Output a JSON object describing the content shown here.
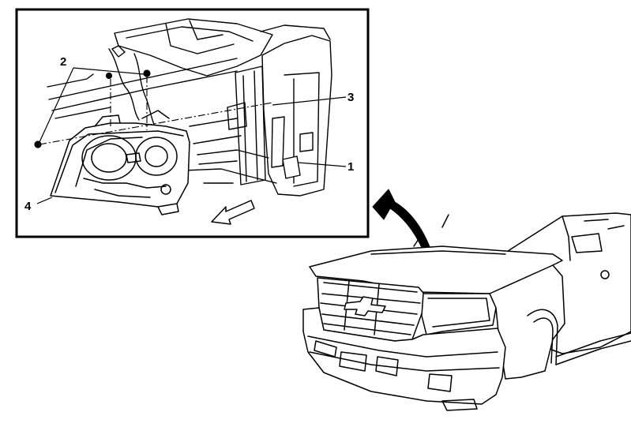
{
  "callouts": {
    "c1": "1",
    "c2": "2",
    "c3": "3",
    "c4": "4"
  },
  "colors": {
    "ink": "#000000",
    "paper": "#ffffff"
  },
  "icons": {
    "direction_arrow": "removal-direction-arrow-icon",
    "transition_arrow": "curved-arrow-icon",
    "bolt": "bolt-icon"
  }
}
